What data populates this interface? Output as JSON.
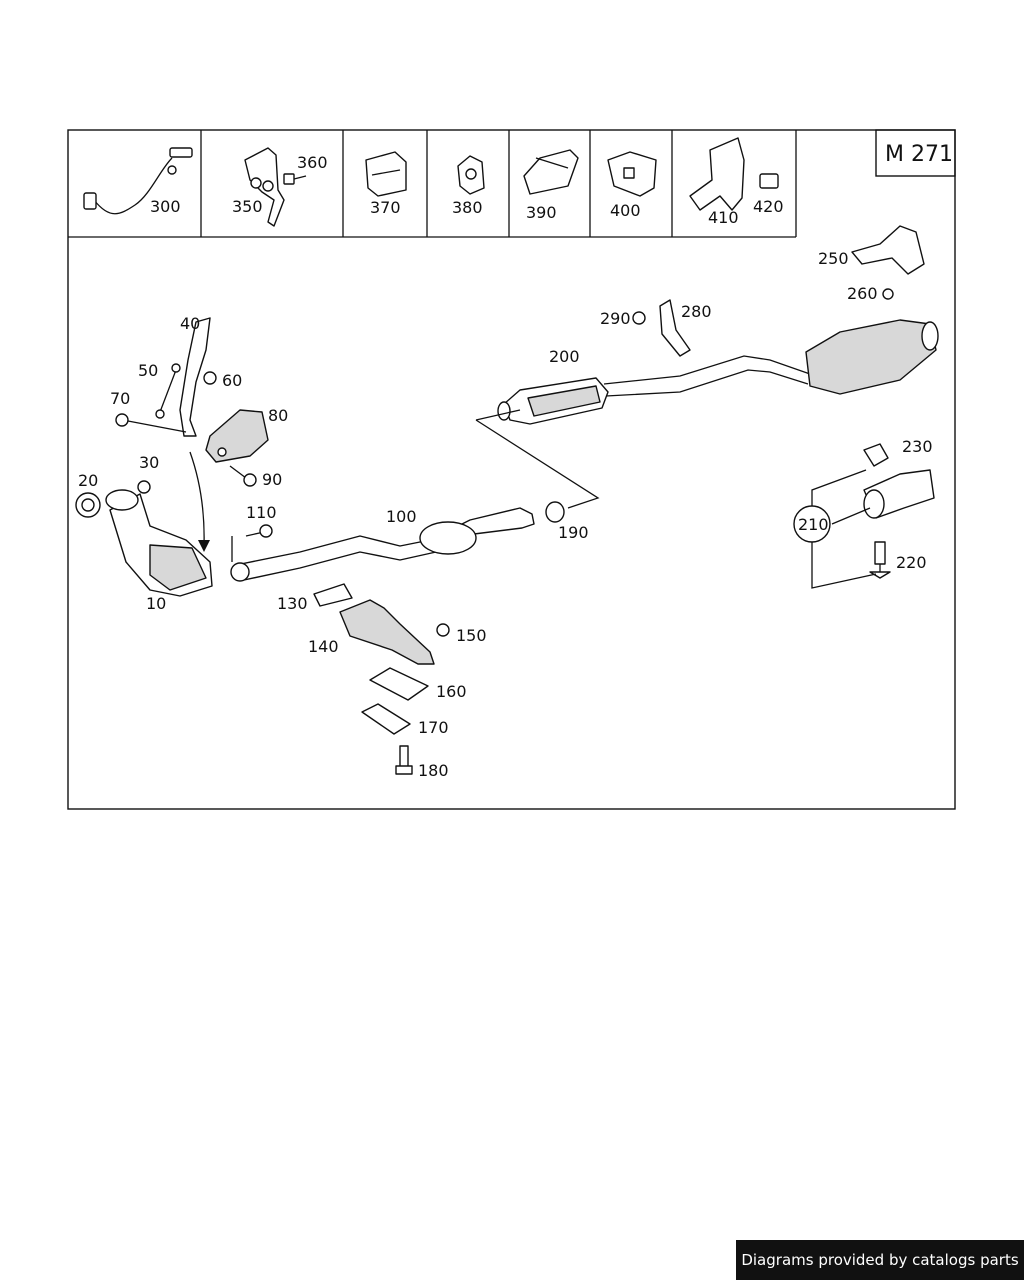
{
  "model": "M 271",
  "callouts": {
    "p300": "300",
    "p350": "350",
    "p360": "360",
    "p370": "370",
    "p380": "380",
    "p390": "390",
    "p400": "400",
    "p410": "410",
    "p420": "420",
    "p250": "250",
    "p260": "260",
    "p280": "280",
    "p290": "290",
    "p200": "200",
    "p40": "40",
    "p50": "50",
    "p60": "60",
    "p70": "70",
    "p80": "80",
    "p90": "90",
    "p20": "20",
    "p30": "30",
    "p10": "10",
    "p110": "110",
    "p100": "100",
    "p190": "190",
    "p230": "230",
    "p210": "210",
    "p220": "220",
    "p130": "130",
    "p140": "140",
    "p150": "150",
    "p160": "160",
    "p170": "170",
    "p180": "180"
  },
  "footer": "Diagrams provided by catalogs parts"
}
